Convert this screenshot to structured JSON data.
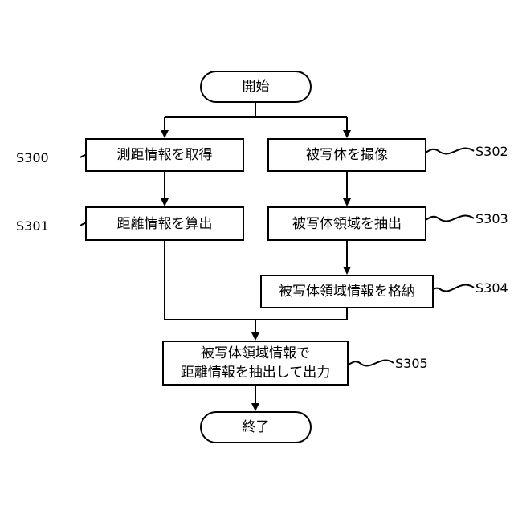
{
  "nodes": {
    "start": "開始",
    "s300": "測距情報を取得",
    "s301": "距離情報を算出",
    "s302": "被写体を撮像",
    "s303": "被写体領域を抽出",
    "s304": "被写体領域情報を格納",
    "s305_line1": "被写体領域情報で",
    "s305_line2": "距離情報を抽出して出力",
    "end": "終了"
  },
  "refs": {
    "s300": "S300",
    "s301": "S301",
    "s302": "S302",
    "s303": "S303",
    "s304": "S304",
    "s305": "S305"
  }
}
